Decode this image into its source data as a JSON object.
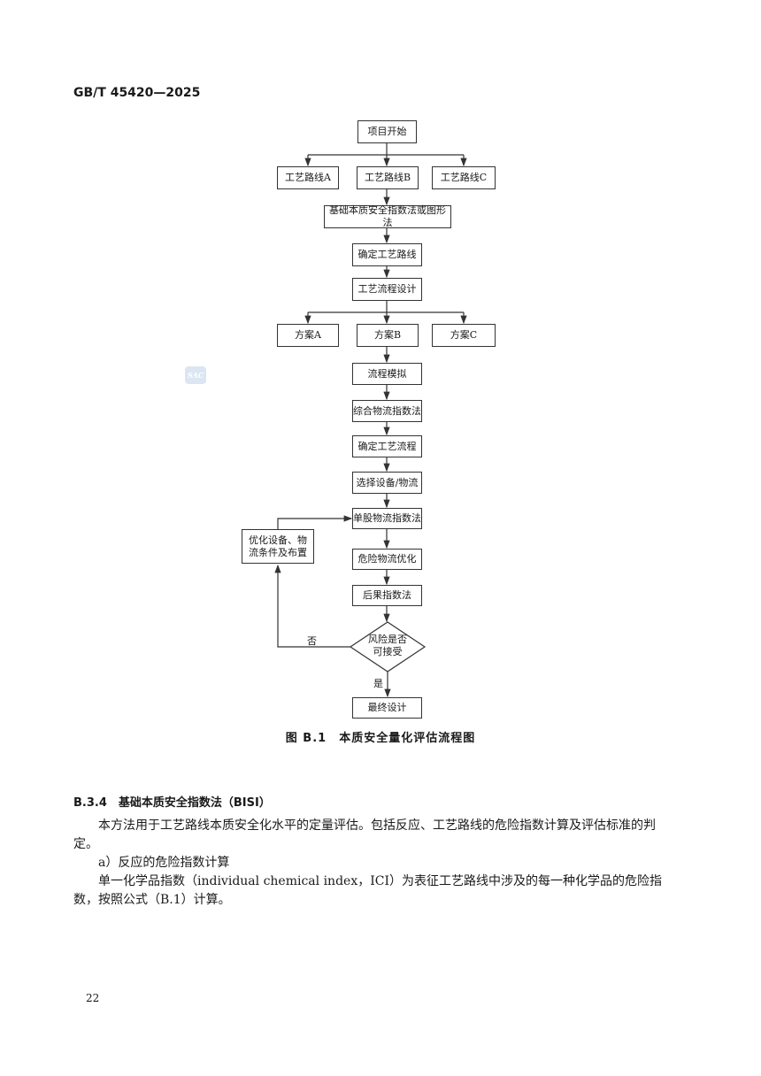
{
  "header": {
    "standard_no": "GB/T 45420—2025"
  },
  "watermark": {
    "text": "SAC"
  },
  "flowchart": {
    "nodes": {
      "start": "项目开始",
      "route_a": "工艺路线A",
      "route_b": "工艺路线B",
      "route_c": "工艺路线C",
      "basic_index": "基础本质安全指数法或图形法",
      "confirm_route": "确定工艺路线",
      "process_design": "工艺流程设计",
      "plan_a": "方案A",
      "plan_b": "方案B",
      "plan_c": "方案C",
      "simulation": "流程模拟",
      "integrated_index": "综合物流指数法",
      "confirm_flow": "确定工艺流程",
      "select_equipment": "选择设备/物流",
      "single_stream_index": "单股物流指数法",
      "optimize_layout": "优化设备、物流条件及布置",
      "hazard_optimize": "危险物流优化",
      "consequence_index": "后果指数法",
      "decision": "风险是否可接受",
      "final_design": "最终设计"
    },
    "labels": {
      "no": "否",
      "yes": "是"
    },
    "caption": "图 B.1　本质安全量化评估流程图"
  },
  "section": {
    "heading": "B.3.4　基础本质安全指数法（BISI）",
    "para1": "本方法用于工艺路线本质安全化水平的定量评估。包括反应、工艺路线的危险指数计算及评估标准的判定。",
    "item_a": "a）反应的危险指数计算",
    "para2": "单一化学品指数（individual chemical index，ICI）为表征工艺路线中涉及的每一种化学品的危险指数，按照公式（B.1）计算。"
  },
  "page_number": "22"
}
